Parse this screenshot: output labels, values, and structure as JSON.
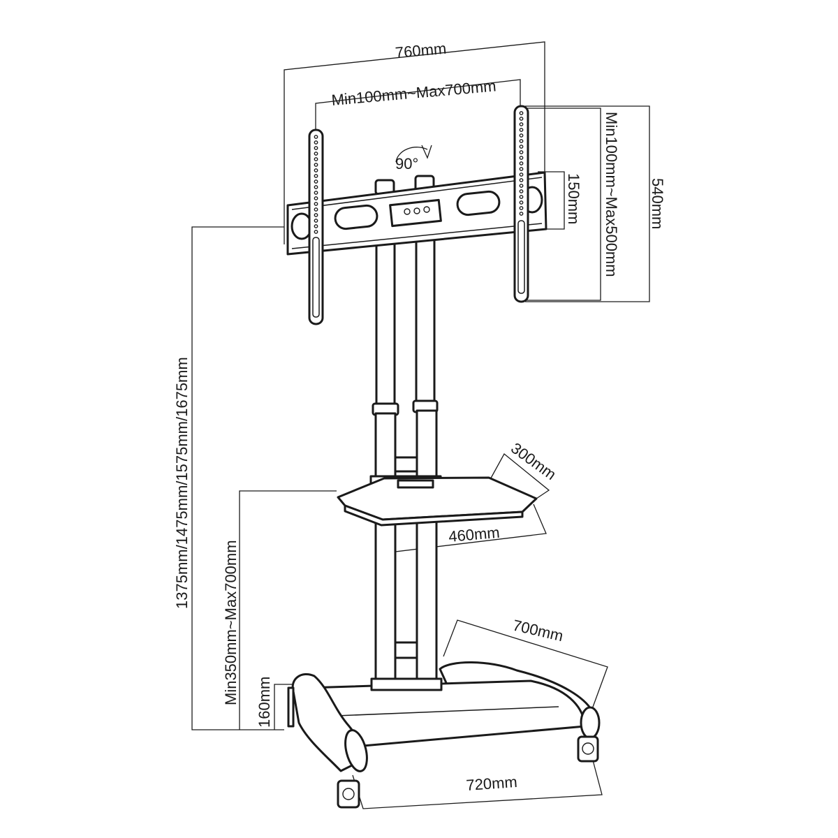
{
  "dimensions": {
    "overall_width": "760mm",
    "vesa_width": "Min100mm~Max700mm",
    "vesa_height": "Min100mm~Max500mm",
    "bracket_height": "540mm",
    "plate_height": "150mm",
    "rotation": "90°",
    "total_height": "1375mm/1475mm/1575mm/1675mm",
    "shelf_height": "Min350mm~Max700mm",
    "shelf_depth": "300mm",
    "shelf_width": "460mm",
    "base_depth": "700mm",
    "base_height": "160mm",
    "base_width": "720mm"
  }
}
